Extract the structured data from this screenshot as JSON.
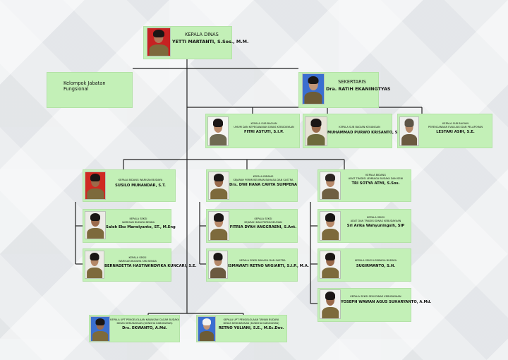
{
  "functional_group": {
    "label": "Kelompok Jabatan\nFungsional"
  },
  "nodes": [
    {
      "id": "kadis",
      "title": "KEPALA DINAS",
      "name": "YETTI MARTANTI, S.Sos., M.M.",
      "photo": {
        "bg": "#c62222",
        "skin": "#b07a5c",
        "hair": "#1a1615",
        "cloth": "#7d6a3c"
      }
    },
    {
      "id": "sekretaris",
      "title": "SEKERTARIS",
      "name": "Dra. RATIH EKANINGTYAS",
      "photo": {
        "bg": "#3b6fd0",
        "skin": "#c29577",
        "hair": "#1a1615",
        "cloth": "#6d5c36"
      }
    },
    {
      "id": "kasubag-umum",
      "title": "KEPALA SUB BAGIAN\nUMUM DAN KEPEGAWAIAN DINAS KEBUDAYAAN",
      "name": "FITRI ASTUTI, S.I.P.",
      "photo": {
        "bg": "#f4f4f2",
        "skin": "#b98a6a",
        "hair": "#1a1615",
        "cloth": "#6f6a52"
      }
    },
    {
      "id": "kasubag-keuangan",
      "title": "KEPALA SUB BAGIAN KEUANGAN",
      "name": "MUHAMMAD PURWO KRISANTO, S.E., M.Acc.",
      "photo": {
        "bg": "#e6e2d6",
        "skin": "#9a6b4d",
        "hair": "#1a1615",
        "cloth": "#6d6a3c"
      }
    },
    {
      "id": "kasubag-perencanaan",
      "title": "KEPALA SUB BAGIAN\nPERENCANAAN EVALUASI DAN PELAPORAN",
      "name": "LESTARI ASIH, S.E.",
      "photo": {
        "bg": "#eeeeec",
        "skin": "#b58868",
        "hair": "#5d5446",
        "cloth": "#6b5a40"
      }
    },
    {
      "id": "kabid-warisan",
      "title": "KEPALA BIDANG WARISAN BUDAYA",
      "name": "SUSILO MUNANDAR, S.T.",
      "photo": {
        "bg": "#cf2a22",
        "skin": "#9d6a4a",
        "hair": "#1a1615",
        "cloth": "#7d6a3c"
      }
    },
    {
      "id": "kabid-sejarah",
      "title": "KEPALA BIDANG\nSEJARAH PERMUSEUMAN BAHASA DAN SASTRA",
      "name": "Drs. DWI HANA CAHYA SUMPENA",
      "photo": {
        "bg": "#ecebe6",
        "skin": "#9a6a4b",
        "hair": "#1a1615",
        "cloth": "#7d6a3c"
      }
    },
    {
      "id": "kabid-adat",
      "title": "KEPALA BIDANG\nADAT TRADISI LEMBAGA BUDAYA DAN SENI",
      "name": "TRI SOTYA ATMI, S.Sos.",
      "photo": {
        "bg": "#f2f2f0",
        "skin": "#b88a6a",
        "hair": "#2b2421",
        "cloth": "#6f5f42"
      }
    },
    {
      "id": "kasi-warisan-benda",
      "title": "KEPALA SEKSI\nWARISAN BUDAYA BENDA",
      "name": "Saleh Eko Marwiyanto, ST., M.Eng",
      "photo": {
        "bg": "#ecebe6",
        "skin": "#9c6b4c",
        "hair": "#1a1615",
        "cloth": "#7d6a3c"
      }
    },
    {
      "id": "kasi-tak-benda",
      "title": "KEPALA SEKSI\nWARISAN BUDAYA TAK BENDA",
      "name": "BERNADETTA HASTIWINDYIKA KUNCARI, S.E.",
      "photo": {
        "bg": "#ecebe6",
        "skin": "#b48868",
        "hair": "#1a1615",
        "cloth": "#7d6a3c"
      }
    },
    {
      "id": "kasi-sejarah",
      "title": "KEPALA SEKSI\nSEJARAH DAN PERMUSEUMAN",
      "name": "FITRIA DYAH ANGGRAENI, S.Ant.",
      "photo": {
        "bg": "#eeeeec",
        "skin": "#b98a6a",
        "hair": "#1a1615",
        "cloth": "#7d6a3c"
      }
    },
    {
      "id": "kasi-bahasa",
      "title": "KEPALA SEKSI BAHASA DAN SASTRA",
      "name": "ISMAWATI RETNO WIGIARTI, S.I.P., M.A.",
      "photo": {
        "bg": "#eeeeec",
        "skin": "#b58868",
        "hair": "#1a1615",
        "cloth": "#6b5a40"
      }
    },
    {
      "id": "kasi-adat",
      "title": "KEPALA SEKSI\nADAT DAN TRADISI DINAS KEBUDAYAAN",
      "name": "Sri Arika Wahyuningsih, SIP",
      "photo": {
        "bg": "#f1f1ef",
        "skin": "#b98a6a",
        "hair": "#1a1615",
        "cloth": "#7d6a3c"
      }
    },
    {
      "id": "kasi-lembaga",
      "title": "KEPALA SEKSI LEMBAGA BUDAYA",
      "name": "SUGIRMANTO, S.H.",
      "photo": {
        "bg": "#f1f1ef",
        "skin": "#9a6a4b",
        "hair": "#1a1615",
        "cloth": "#7d6a3c"
      }
    },
    {
      "id": "kasi-seni",
      "title": "KEPALA SEKSI SENI DINAS KEBUDAYAAN",
      "name": "YOSEPH WAWAN AGUS SUHARYANTO, A.Md.",
      "photo": {
        "bg": "#f1f1ef",
        "skin": "#9a6a4b",
        "hair": "#1a1615",
        "cloth": "#7d6a3c"
      }
    },
    {
      "id": "uptd-museum",
      "title": "KEPALA UPT PENGELOLAAN KAWASAN CAGAR BUDAYA\nDINAS KEBUDAYAAN (KUNDHA KABUDAYAN)",
      "name": "Drs. EKWANTO, A.Md.",
      "photo": {
        "bg": "#3b6fd0",
        "skin": "#9a6a4b",
        "hair": "#1a1615",
        "cloth": "#7d6a3c"
      }
    },
    {
      "id": "uptd-taman",
      "title": "KEPALA UPT PENGELOLAAN TAMAN BUDAYA\nDINAS KEBUDAYAAN (KUNDHA KABUDAYAN)",
      "name": "RETNO YULIANI, S.E., M.Ec.Dev.",
      "photo": {
        "bg": "#3b6fd0",
        "skin": "#c29577",
        "hair": "#f2f2f2",
        "cloth": "#6d5c36"
      }
    }
  ]
}
